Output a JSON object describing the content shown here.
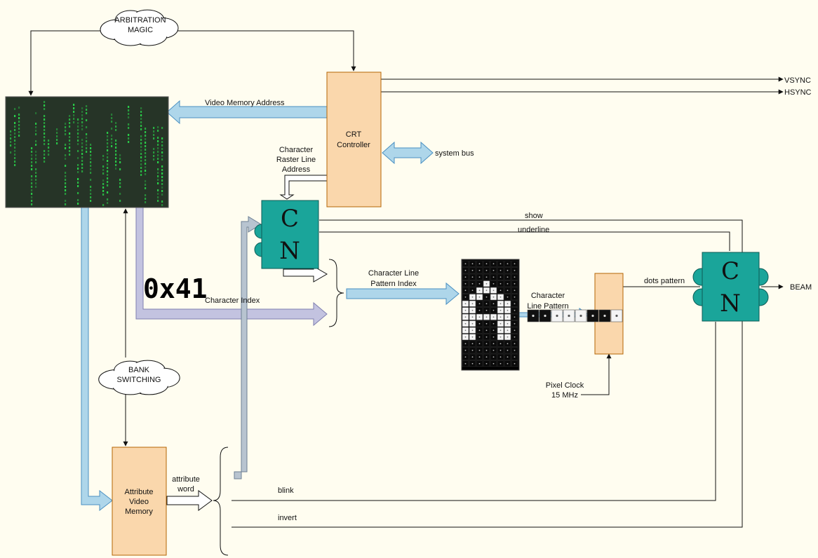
{
  "clouds": {
    "arbitration": [
      "ARBITRATION",
      "MAGIC"
    ],
    "bank": [
      "BANK",
      "SWITCHING"
    ]
  },
  "boxes": {
    "crt": [
      "CRT",
      "Controller"
    ],
    "attr": [
      "Attribute",
      "Video",
      "Memory"
    ]
  },
  "mux": {
    "top": "C",
    "bottom": "N"
  },
  "labels": {
    "vsync": "VSYNC",
    "hsync": "HSYNC",
    "video_addr": "Video Memory Address",
    "system_bus": "system bus",
    "raster": [
      "Character",
      "Raster Line",
      "Address"
    ],
    "show": "show",
    "underline": "underline",
    "char_index": "Character Index",
    "hex": "0x41",
    "pattern_index": [
      "Character Line",
      "Pattern Index"
    ],
    "line_pattern": [
      "Character",
      "Line Pattern"
    ],
    "dots_pattern": "dots pattern",
    "beam": "BEAM",
    "pixel_clock": [
      "Pixel Clock",
      "15 MHz"
    ],
    "attr_word": [
      "attribute",
      "word"
    ],
    "blink": "blink",
    "invert": "invert"
  },
  "colors": {
    "background": "#fffdf0",
    "box_fill": "#fad7ac",
    "box_stroke": "#b46504",
    "mux_fill": "#1aa59a",
    "bus_blue": "#aed6ea",
    "bus_purple": "#c3c3e0",
    "bus_gray": "#b8c4d0",
    "screen_bg": "#263427",
    "matrix_green": "#2ad24a"
  },
  "glyph_A": [
    "........",
    "........",
    "........",
    "...#....",
    "..###...",
    ".##.##..",
    "##...##.",
    "##...##.",
    "#######.",
    "##...##.",
    "##...##.",
    "##...##.",
    "........",
    "........",
    "........",
    "........"
  ],
  "line_bits": "11000110"
}
